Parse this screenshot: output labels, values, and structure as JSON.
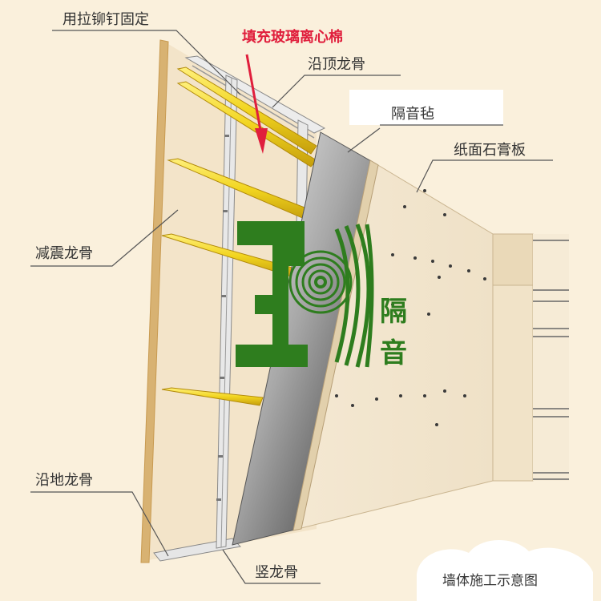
{
  "labels": {
    "rivet": "用拉铆钉固定",
    "glass_wool": "填充玻璃离心棉",
    "top_keel": "沿顶龙骨",
    "acoustic_felt": "隔音毡",
    "gypsum_board": "纸面石膏板",
    "damping_keel": "减震龙骨",
    "floor_keel": "沿地龙骨",
    "vertical_keel": "竖龙骨"
  },
  "logo": {
    "line1": "隔",
    "line2": "音"
  },
  "caption": "墙体施工示意图",
  "colors": {
    "background": "#faf0dc",
    "board": "#efe1c7",
    "yellow_keel": "#f2d51f",
    "steel": "#d9d9d9",
    "felt_dark": "#3a3a3a",
    "felt_light": "#e8e8e8",
    "logo_green": "#2e7d1e",
    "accent_red": "#e01e3c",
    "label_text": "#333333"
  }
}
